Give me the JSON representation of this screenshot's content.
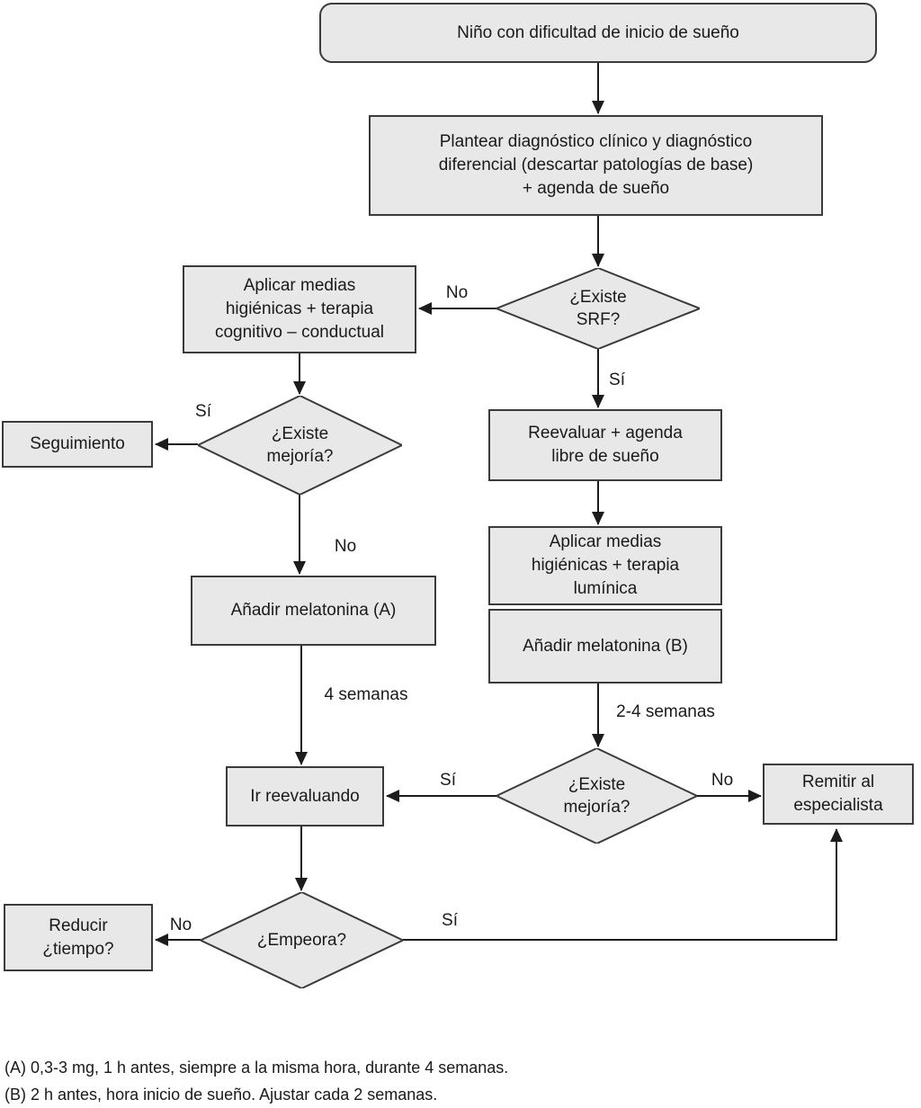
{
  "colors": {
    "background": "#ffffff",
    "node_fill": "#e8e8e8",
    "node_border": "#3b3b3b",
    "line": "#1c1c1c",
    "text": "#1a1a1a"
  },
  "nodes": {
    "start": {
      "label": "Niño con dificultad de inicio de sueño"
    },
    "diagnosis": {
      "label": "Plantear diagnóstico clínico y diagnóstico\ndiferencial (descartar patologías de base)\n+ agenda de sueño"
    },
    "srf": {
      "label": "¿Existe\nSRF?"
    },
    "cognitive": {
      "label": "Aplicar medias\nhigiénicas + terapia\ncognitivo – conductual"
    },
    "improvement1": {
      "label": "¿Existe\nmejoría?"
    },
    "followup": {
      "label": "Seguimiento"
    },
    "melatonin_a": {
      "label": "Añadir melatonina (A)"
    },
    "reevaluate": {
      "label": "Reevaluar + agenda\nlibre de sueño"
    },
    "light": {
      "label": "Aplicar medias\nhigiénicas + terapia\nlumínica"
    },
    "melatonin_b": {
      "label": "Añadir melatonina (B)"
    },
    "improvement2": {
      "label": "¿Existe\nmejoría?"
    },
    "reevaluating": {
      "label": "Ir reevaluando"
    },
    "specialist": {
      "label": "Remitir al\nespecialista"
    },
    "worsens": {
      "label": "¿Empeora?"
    },
    "reduce": {
      "label": "Reducir\n¿tiempo?"
    }
  },
  "edge_labels": {
    "srf_no": "No",
    "srf_si": "Sí",
    "imp1_si": "Sí",
    "imp1_no": "No",
    "weeks4": "4 semanas",
    "weeks24": "2-4 semanas",
    "imp2_si": "Sí",
    "imp2_no": "No",
    "emp_no": "No",
    "emp_si": "Sí"
  },
  "footnotes": {
    "a": "(A) 0,3-3 mg, 1 h antes, siempre a la misma hora, durante 4 semanas.",
    "b": "(B) 2 h antes, hora inicio de sueño. Ajustar cada 2 semanas."
  }
}
